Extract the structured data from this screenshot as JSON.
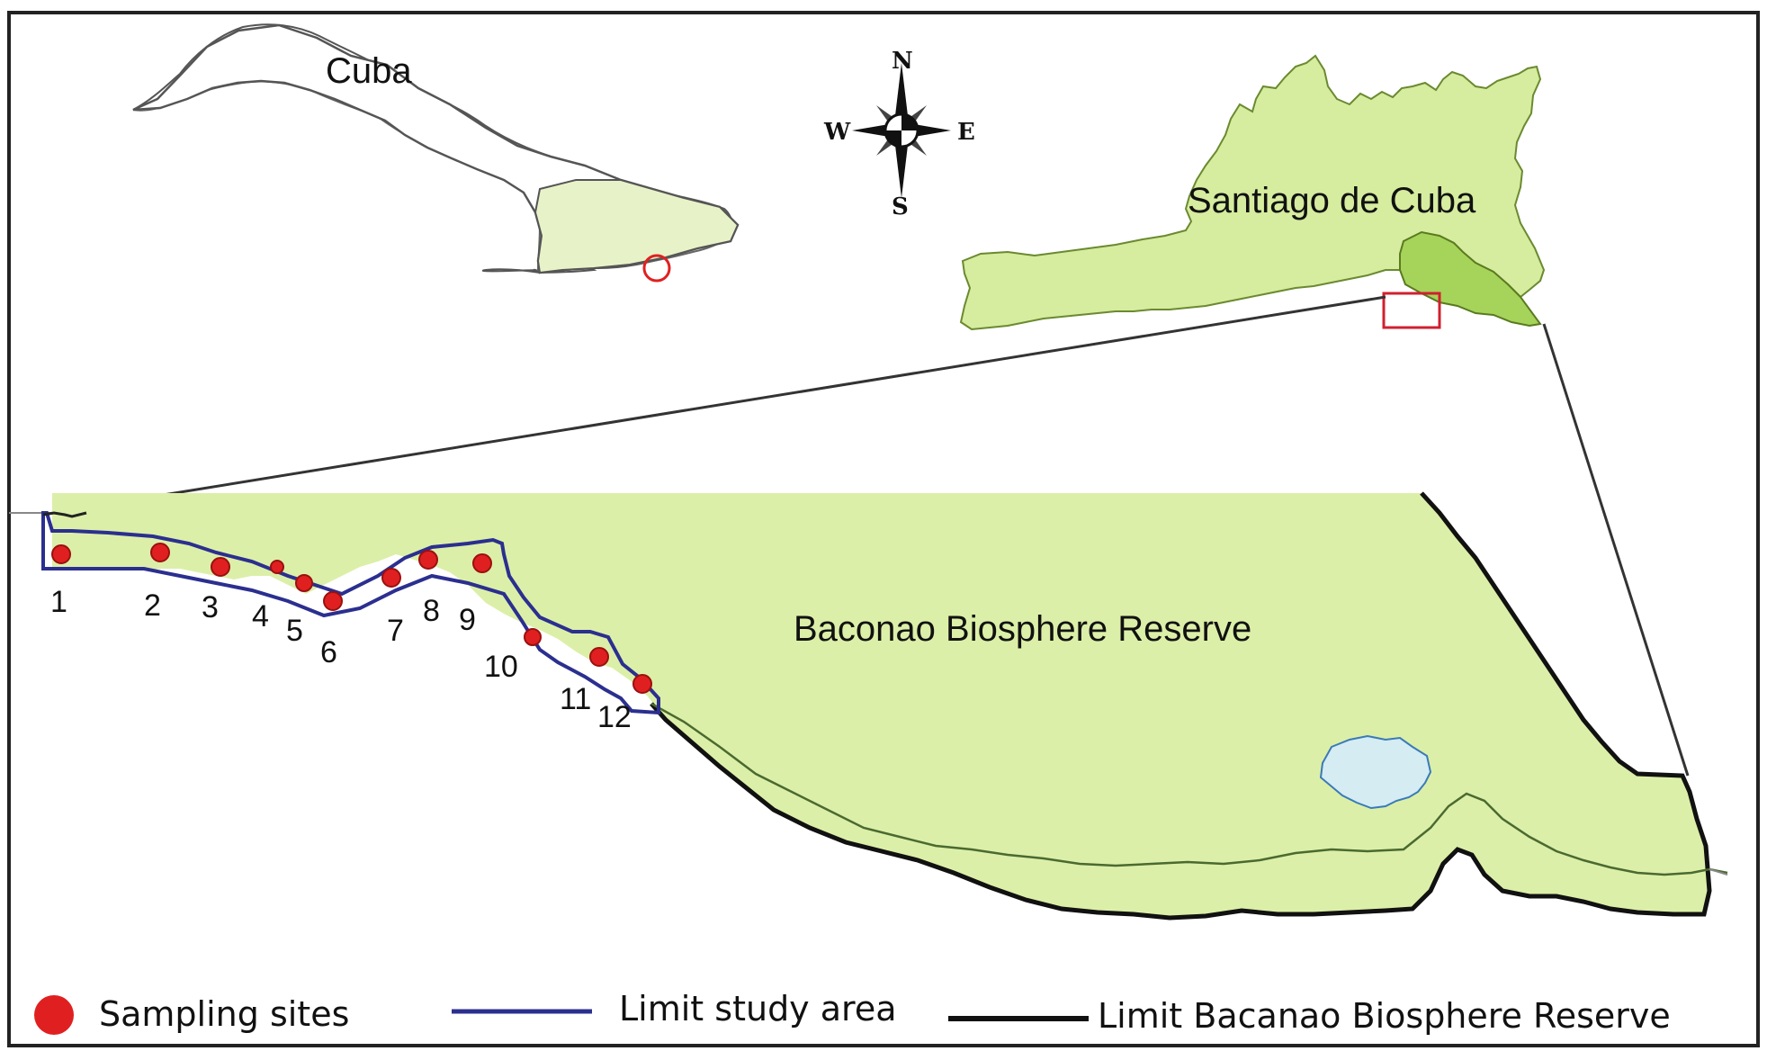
{
  "labels": {
    "cuba": "Cuba",
    "province": "Santiago de Cuba",
    "reserve": "Baconao Biosphere Reserve"
  },
  "compass": {
    "n": "N",
    "s": "S",
    "e": "E",
    "w": "W"
  },
  "sites": [
    "1",
    "2",
    "3",
    "4",
    "5",
    "6",
    "7",
    "8",
    "9",
    "10",
    "11",
    "12"
  ],
  "legend": {
    "sampling_sites": "Sampling sites",
    "limit_study_area": "Limit study area",
    "limit_reserve": "Limit Bacanao Biosphere Reserve"
  },
  "colors": {
    "land": "#dcefa8",
    "province_land": "#cfe89a",
    "reserve_highlight": "#a8d95e",
    "site_marker": "#e02020",
    "study_limit": "#2b2f8f",
    "reserve_limit": "#111111",
    "lake": "#d4ecf2",
    "locator_box": "#d02030"
  }
}
